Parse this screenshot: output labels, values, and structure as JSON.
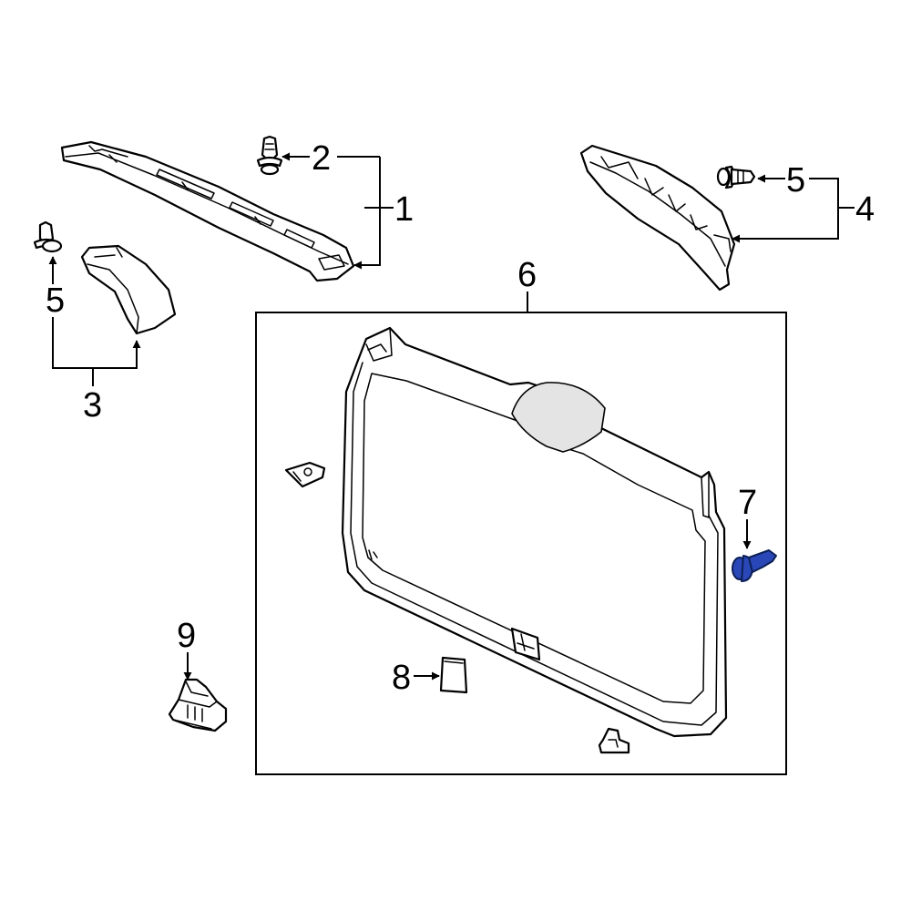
{
  "diagram": {
    "callouts": {
      "c1": "1",
      "c2": "2",
      "c3": "3",
      "c4": "4",
      "c5_right": "5",
      "c5_left": "5",
      "c6": "6",
      "c7": "7",
      "c8": "8",
      "c9": "9"
    },
    "highlight_color": "#2a47b8",
    "highlighted_part": "7"
  }
}
